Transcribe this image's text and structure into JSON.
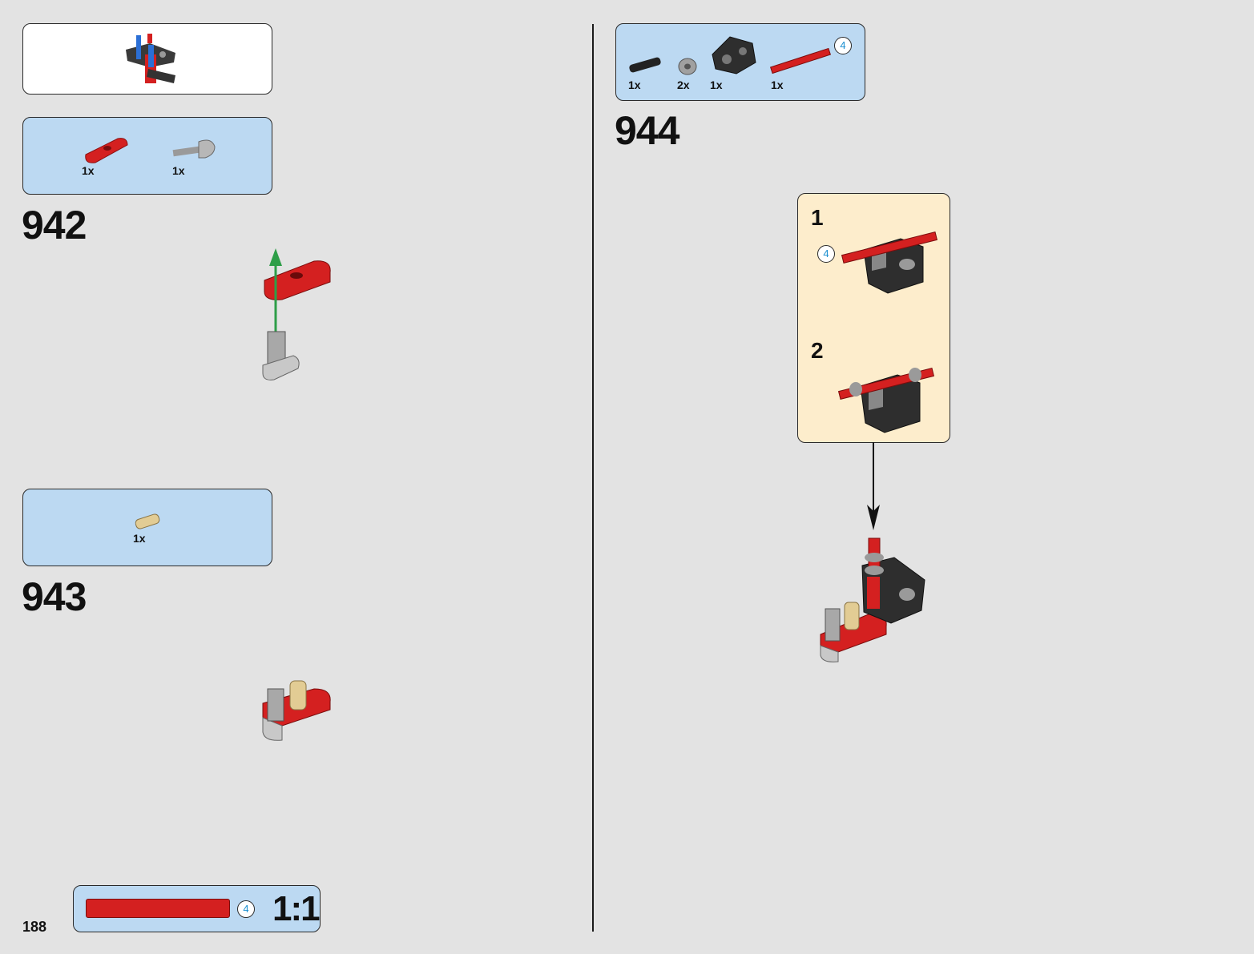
{
  "page": {
    "number": "188"
  },
  "submodel_preview": {
    "label": "submodel-callout"
  },
  "steps": [
    {
      "number": "942",
      "parts": [
        {
          "name": "red-beam",
          "qty": "1x"
        },
        {
          "name": "grey-axle-pin",
          "qty": "1x"
        }
      ]
    },
    {
      "number": "943",
      "parts": [
        {
          "name": "tan-pin",
          "qty": "1x"
        }
      ]
    },
    {
      "number": "944",
      "parts": [
        {
          "name": "black-pin",
          "qty": "1x"
        },
        {
          "name": "grey-bush",
          "qty": "2x"
        },
        {
          "name": "black-connector",
          "qty": "1x"
        },
        {
          "name": "red-axle",
          "qty": "1x",
          "length": "4"
        }
      ],
      "substeps": [
        {
          "number": "1",
          "axle_length": "4"
        },
        {
          "number": "2"
        }
      ]
    }
  ],
  "scale_box": {
    "axle_length": "4",
    "ratio": "1:1"
  },
  "colors": {
    "part_red": "#d42020",
    "callout_blue": "#bcd9f2",
    "substep_cream": "#fdedcc",
    "arrow_green": "#2e9e48",
    "length_circle": "#1a8fd0"
  }
}
